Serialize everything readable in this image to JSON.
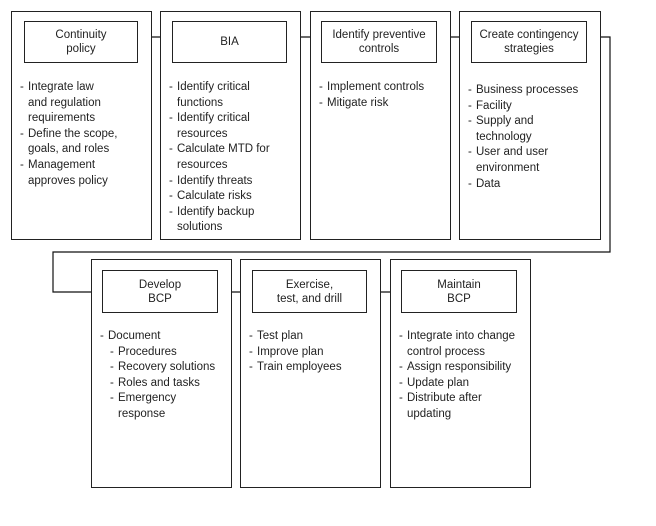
{
  "steps": [
    {
      "title": "Continuity\npolicy",
      "items": [
        {
          "text": "Integrate law",
          "lvl": 0
        },
        {
          "text": "and regulation",
          "lvl": 0,
          "cont": true
        },
        {
          "text": "requirements",
          "lvl": 0,
          "cont": true
        },
        {
          "text": "Define the scope,",
          "lvl": 0
        },
        {
          "text": "goals, and roles",
          "lvl": 0,
          "cont": true
        },
        {
          "text": "Management",
          "lvl": 0
        },
        {
          "text": "approves policy",
          "lvl": 0,
          "cont": true
        }
      ]
    },
    {
      "title": "BIA",
      "items": [
        {
          "text": "Identify critical",
          "lvl": 0
        },
        {
          "text": "functions",
          "lvl": 0,
          "cont": true
        },
        {
          "text": "Identify critical",
          "lvl": 0
        },
        {
          "text": "resources",
          "lvl": 0,
          "cont": true
        },
        {
          "text": "Calculate MTD for",
          "lvl": 0
        },
        {
          "text": "resources",
          "lvl": 0,
          "cont": true
        },
        {
          "text": "Identify threats",
          "lvl": 0
        },
        {
          "text": "Calculate risks",
          "lvl": 0
        },
        {
          "text": "Identify backup",
          "lvl": 0
        },
        {
          "text": "solutions",
          "lvl": 0,
          "cont": true
        }
      ]
    },
    {
      "title": "Identify preventive\ncontrols",
      "items": [
        {
          "text": "Implement controls",
          "lvl": 0
        },
        {
          "text": "Mitigate risk",
          "lvl": 0
        }
      ]
    },
    {
      "title": "Create contingency\nstrategies",
      "items": [
        {
          "text": "Business processes",
          "lvl": 0
        },
        {
          "text": "Facility",
          "lvl": 0
        },
        {
          "text": "Supply and",
          "lvl": 0
        },
        {
          "text": "technology",
          "lvl": 0,
          "cont": true
        },
        {
          "text": "User and user",
          "lvl": 0
        },
        {
          "text": "environment",
          "lvl": 0,
          "cont": true
        },
        {
          "text": "Data",
          "lvl": 0
        }
      ]
    },
    {
      "title": "Develop\nBCP",
      "items": [
        {
          "text": "Document",
          "lvl": 0
        },
        {
          "text": "Procedures",
          "lvl": 1
        },
        {
          "text": "Recovery solutions",
          "lvl": 1
        },
        {
          "text": "Roles and tasks",
          "lvl": 1
        },
        {
          "text": "Emergency",
          "lvl": 1
        },
        {
          "text": "response",
          "lvl": 1,
          "cont": true
        }
      ]
    },
    {
      "title": "Exercise,\ntest, and drill",
      "items": [
        {
          "text": "Test plan",
          "lvl": 0
        },
        {
          "text": "Improve plan",
          "lvl": 0
        },
        {
          "text": "Train employees",
          "lvl": 0
        }
      ]
    },
    {
      "title": "Maintain\nBCP",
      "items": [
        {
          "text": "Integrate into change",
          "lvl": 0
        },
        {
          "text": "control process",
          "lvl": 0,
          "cont": true
        },
        {
          "text": "Assign responsibility",
          "lvl": 0
        },
        {
          "text": "Update plan",
          "lvl": 0
        },
        {
          "text": "Distribute after",
          "lvl": 0
        },
        {
          "text": "updating",
          "lvl": 0,
          "cont": true
        }
      ]
    }
  ]
}
